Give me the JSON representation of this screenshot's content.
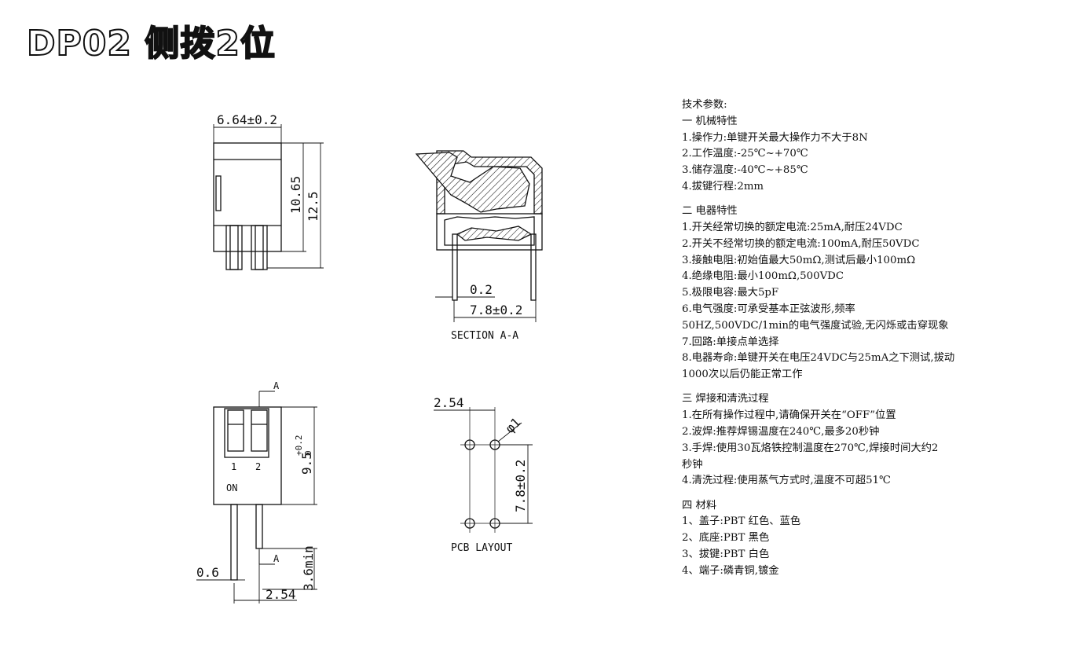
{
  "title": "DP02 侧拨2位",
  "drawing": {
    "side_width": "6.64±0.2",
    "side_h1": "10.65",
    "side_h2": "12.5",
    "section_gap": "0.2",
    "section_width": "7.8±0.2",
    "section_label": "SECTION A-A",
    "top_a_marker_top": "A",
    "top_a_marker_bottom": "A",
    "top_pin1": "1",
    "top_pin2": "2",
    "top_on": "ON",
    "top_height_main": "9.5",
    "top_height_tol": "+0.2",
    "top_height_tol2": "0",
    "top_pin_width": "0.6",
    "top_pitch": "2.54",
    "top_pin_len": "3.6min",
    "pcb_pitch": "2.54",
    "pcb_hole": "φ1",
    "pcb_row": "7.8±0.2",
    "pcb_label": "PCB LAYOUT"
  },
  "specs": {
    "heading": "技术参数:",
    "sections": [
      {
        "title": "一 机械特性",
        "lines": [
          "1.操作力:单键开关最大操作力不大于8N",
          "2.工作温度:-25℃~+70℃",
          "3.储存温度:-40℃~+85℃",
          "4.拔键行程:2mm"
        ]
      },
      {
        "title": "二 电器特性",
        "lines": [
          "1.开关经常切换的额定电流:25mA,耐压24VDC",
          "2.开关不经常切换的额定电流:100mA,耐压50VDC",
          "3.接触电阻:初始值最大50mΩ,测试后最小100mΩ",
          "4.绝缘电阻:最小100mΩ,500VDC",
          "5.极限电容:最大5pF",
          "6.电气强度:可承受基本正弦波形,频率",
          "50HZ,500VDC/1min的电气强度试验,无闪烁或击穿现象",
          "7.回路:单接点单选择",
          "8.电器寿命:单键开关在电压24VDC与25mA之下测试,拔动",
          "1000次以后仍能正常工作"
        ]
      },
      {
        "title": "三 焊接和清洗过程",
        "lines": [
          "1.在所有操作过程中,请确保开关在“OFF”位置",
          "2.波焊:推荐焊锡温度在240℃,最多20秒钟",
          "3.手焊:使用30瓦烙铁控制温度在270℃,焊接时间大约2",
          "秒钟",
          "4.清洗过程:使用蒸气方式时,温度不可超51℃"
        ]
      },
      {
        "title": "四 材料",
        "lines": [
          "1、盖子:PBT 红色、蓝色",
          "2、底座:PBT 黑色",
          "3、拔键:PBT 白色",
          "4、端子:磷青铜,镀金"
        ]
      }
    ]
  }
}
